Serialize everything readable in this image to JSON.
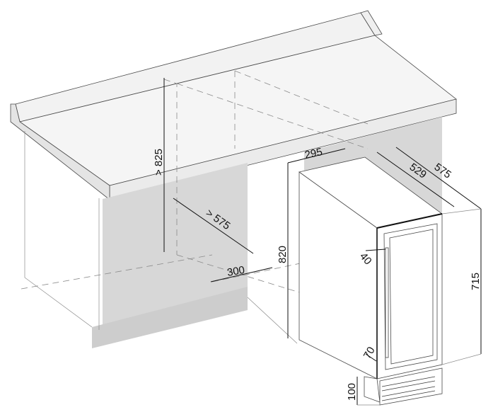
{
  "title": "Built-in installation dimensions",
  "colors": {
    "counter": "#f1f1f1",
    "panel": "#d6d6d6",
    "plinth": "#cfcfcf",
    "appliance": "#ffffff"
  },
  "dimensions": {
    "niche_height": "> 825",
    "niche_depth": "> 575",
    "niche_width": "300",
    "appliance_height": "820",
    "appliance_width": "295",
    "appliance_depth_body": "529",
    "appliance_depth_total": "575",
    "handle_offset": "40",
    "door_height": "715",
    "plinth_depth": "70",
    "plinth_height": "100"
  }
}
